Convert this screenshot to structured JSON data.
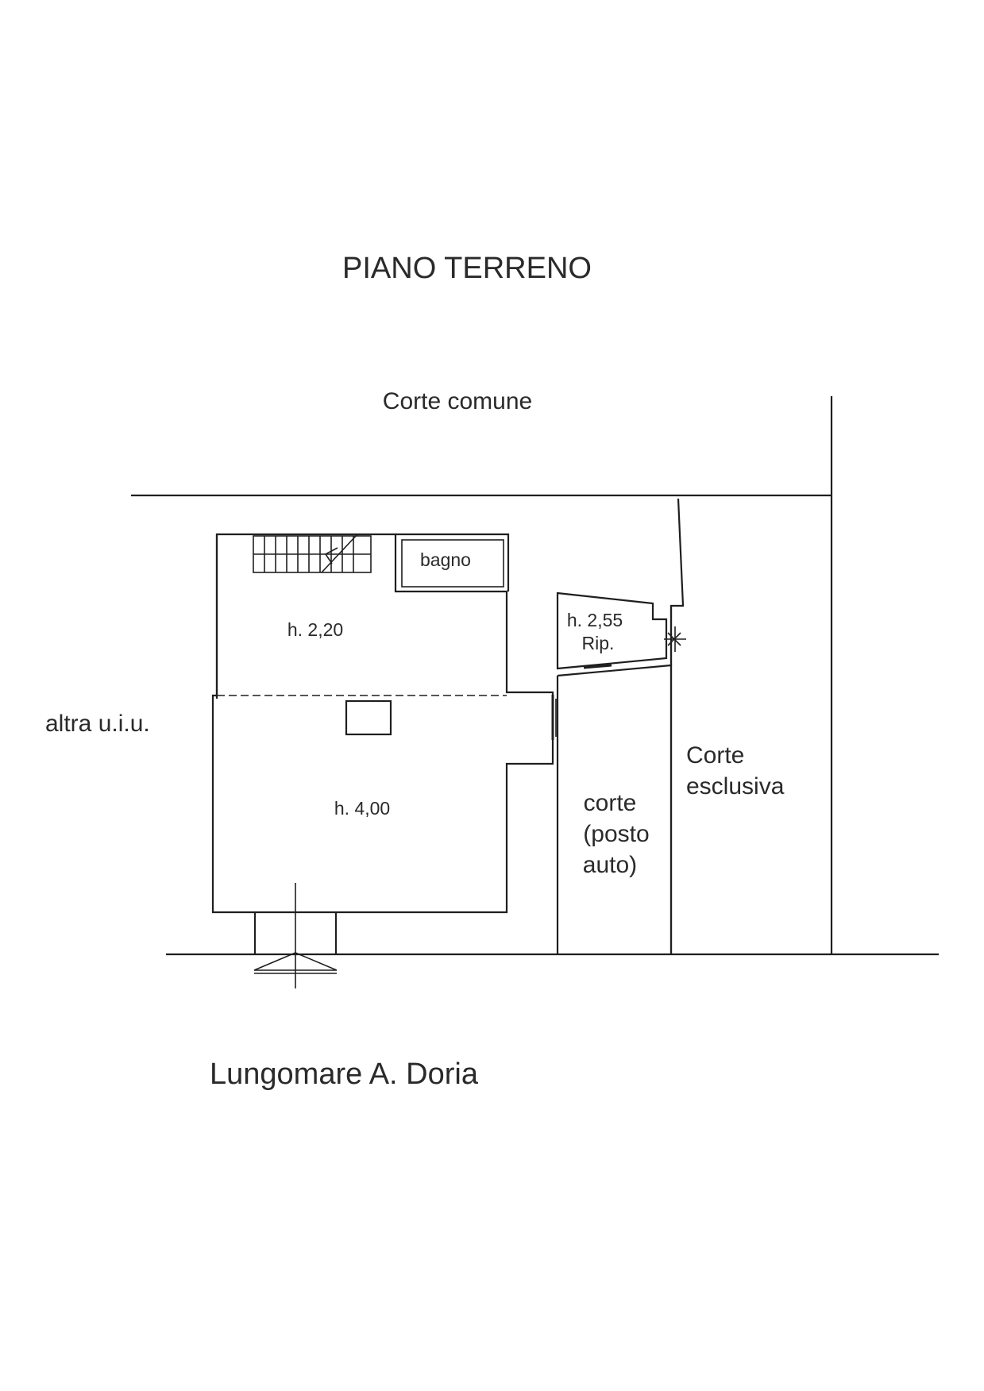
{
  "title": "PIANO TERRENO",
  "labels": {
    "corte_comune": "Corte comune",
    "altra_uiu": "altra u.i.u.",
    "bagno": "bagno",
    "h_upper": "h. 2,20",
    "h_main": "h. 4,00",
    "rip_height": "h. 2,55",
    "rip": "Rip.",
    "corte_posto_line1": "corte",
    "corte_posto_line2": "(posto",
    "corte_posto_line3": "auto)",
    "corte_esclusiva_line1": "Corte",
    "corte_esclusiva_line2": "esclusiva",
    "street": "Lungomare A. Doria"
  }
}
